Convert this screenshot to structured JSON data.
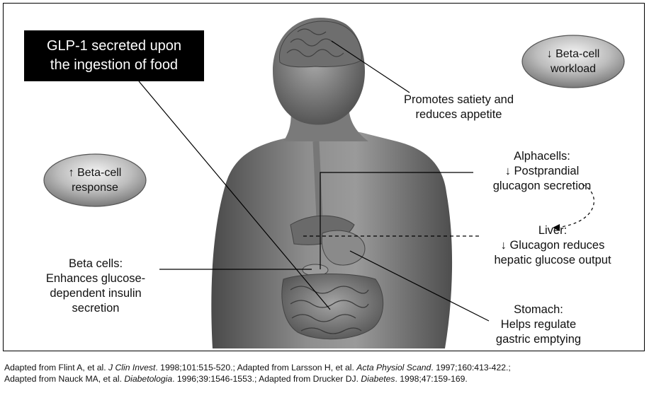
{
  "title_box": {
    "line1": "GLP-1 secreted upon",
    "line2": "the ingestion of food"
  },
  "ovals": {
    "workload": {
      "line1": "↓ Beta-cell",
      "line2": "workload"
    },
    "response": {
      "line1": "↑ Beta-cell",
      "line2": "response"
    }
  },
  "labels": {
    "satiety": {
      "line1": "Promotes satiety and",
      "line2": "reduces appetite"
    },
    "alpha": {
      "line1": "Alphacells:",
      "line2": "↓ Postprandial",
      "line3": "glucagon secretion"
    },
    "liver": {
      "line1": "Liver:",
      "line2": "↓ Glucagon reduces",
      "line3": "hepatic glucose output"
    },
    "beta": {
      "line1": "Beta cells:",
      "line2": "Enhances glucose-",
      "line3": "dependent insulin",
      "line4": "secretion"
    },
    "stomach": {
      "line1": "Stomach:",
      "line2": "Helps regulate",
      "line3": "gastric emptying"
    }
  },
  "footer": {
    "line1": [
      {
        "t": "Adapted from Flint A, et al. "
      },
      {
        "t": "J Clin Invest",
        "i": true
      },
      {
        "t": ". 1998;101:515-520.; Adapted from Larsson H, et al. "
      },
      {
        "t": "Acta Physiol Scand",
        "i": true
      },
      {
        "t": ". 1997;160:413-422.;"
      }
    ],
    "line2": [
      {
        "t": "Adapted from Nauck MA, et al. "
      },
      {
        "t": "Diabetologia",
        "i": true
      },
      {
        "t": ". 1996;39:1546-1553.; Adapted from Drucker DJ. "
      },
      {
        "t": "Diabetes",
        "i": true
      },
      {
        "t": ". 1998;47:159-169."
      }
    ]
  }
}
